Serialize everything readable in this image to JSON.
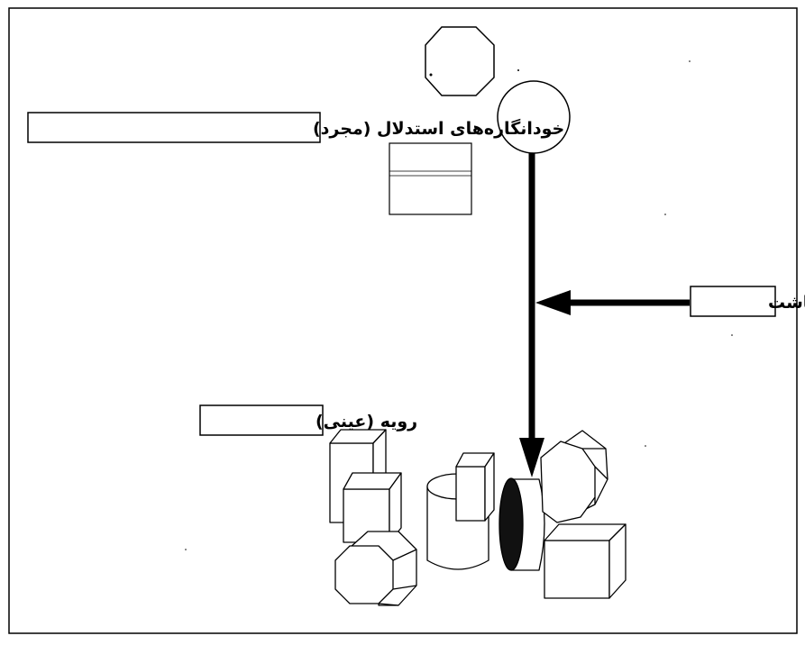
{
  "diagram": {
    "labels": {
      "abstract_schemas": "خودانگاره‌های استدلال (مجرد)",
      "mapping": "نگاشت",
      "concrete_scene": "رویه (عینی)"
    },
    "colors": {
      "ink": "#000000",
      "paper": "#ffffff"
    }
  }
}
